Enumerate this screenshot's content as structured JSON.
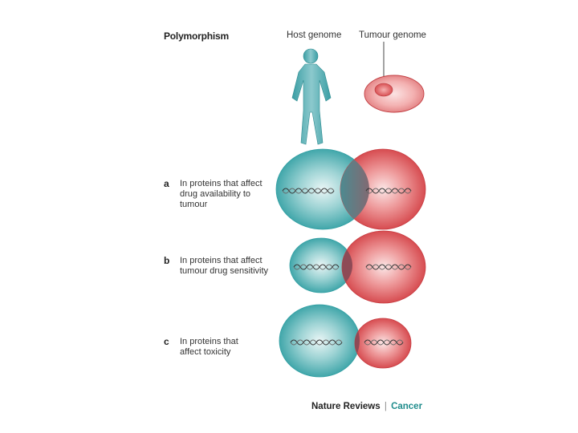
{
  "header": {
    "title": "Polymorphism",
    "host_label": "Host genome",
    "tumour_label": "Tumour genome"
  },
  "rows": [
    {
      "letter": "a",
      "lines": [
        "In proteins that affect",
        "drug availability to",
        "tumour"
      ]
    },
    {
      "letter": "b",
      "lines": [
        "In proteins that affect",
        "tumour drug sensitivity"
      ]
    },
    {
      "letter": "c",
      "lines": [
        "In proteins that",
        "affect toxicity"
      ]
    }
  ],
  "credit": {
    "publisher": "Nature Reviews",
    "separator": "|",
    "journal": "Cancer"
  },
  "colors": {
    "host": "#3aa7ab",
    "tumour": "#d8474b",
    "overlap": "#8a5a66",
    "journal": "#1f8c8c"
  }
}
